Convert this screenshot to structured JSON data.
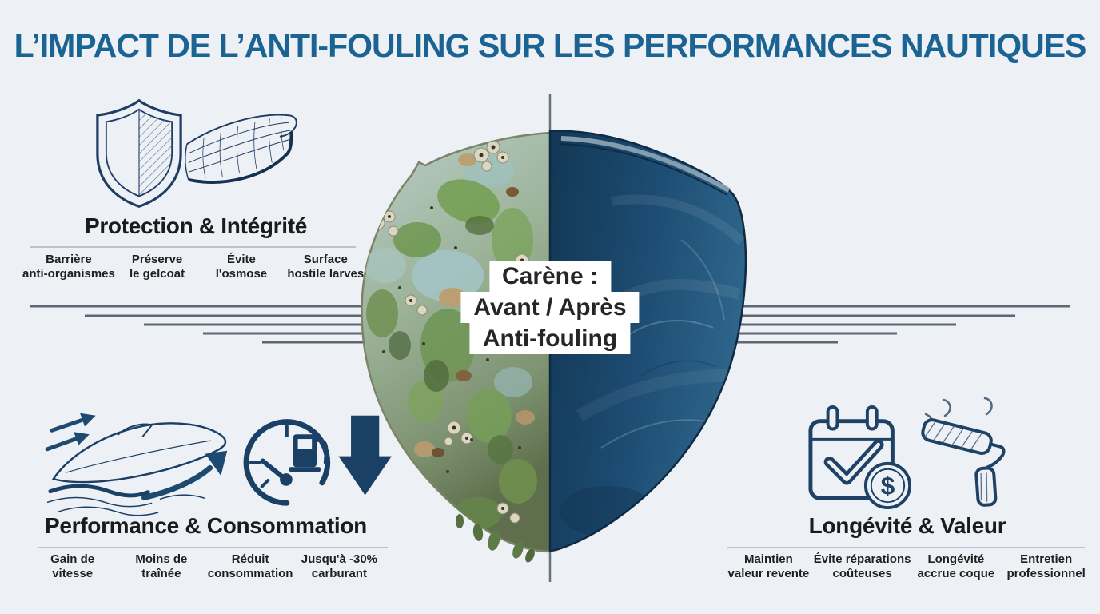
{
  "title": "L’IMPACT DE L’ANTI-FOULING SUR LES PERFORMANCES NAUTIQUES",
  "center_label": {
    "line1": "Carène :",
    "line2": "Avant / Après",
    "line3": "Anti-fouling"
  },
  "sections": {
    "protection": {
      "heading": "Protection & Intégrité",
      "icons": [
        "shield-icon",
        "hull-wireframe-icon"
      ],
      "items": [
        {
          "line1": "Barrière",
          "line2": "anti-organismes"
        },
        {
          "line1": "Préserve",
          "line2": "le gelcoat"
        },
        {
          "line1": "Évite",
          "line2": "l'osmose"
        },
        {
          "line1": "Surface",
          "line2": "hostile larves"
        }
      ]
    },
    "performance": {
      "heading": "Performance & Consommation",
      "icons": [
        "speedboat-icon",
        "fuel-gauge-icon",
        "down-arrow-icon"
      ],
      "items": [
        {
          "line1": "Gain de",
          "line2": "vitesse"
        },
        {
          "line1": "Moins de",
          "line2": "traînée"
        },
        {
          "line1": "Réduit",
          "line2": "consommation"
        },
        {
          "line1": "Jusqu'à -30%",
          "line2": "carburant"
        }
      ]
    },
    "longevity": {
      "heading": "Longévité & Valeur",
      "icons": [
        "calendar-check-dollar-icon",
        "paint-roller-icon"
      ],
      "items": [
        {
          "line1": "Maintien",
          "line2": "valeur revente"
        },
        {
          "line1": "Évite réparations",
          "line2": "coûteuses"
        },
        {
          "line1": "Longévité",
          "line2": "accrue coque"
        },
        {
          "line1": "Entretien",
          "line2": "professionnel"
        }
      ]
    }
  },
  "dollar_symbol": "$",
  "colors": {
    "background": "#edf0f4",
    "title": "#1b6392",
    "icon_navy": "#1e4166",
    "text_dark": "#1f1f1f",
    "hull_blue": "#1c4a70",
    "fouling_green": "#77a055",
    "waterline": "#5d6874",
    "separator": "#bcc2ca",
    "label_background": "#ffffff"
  }
}
